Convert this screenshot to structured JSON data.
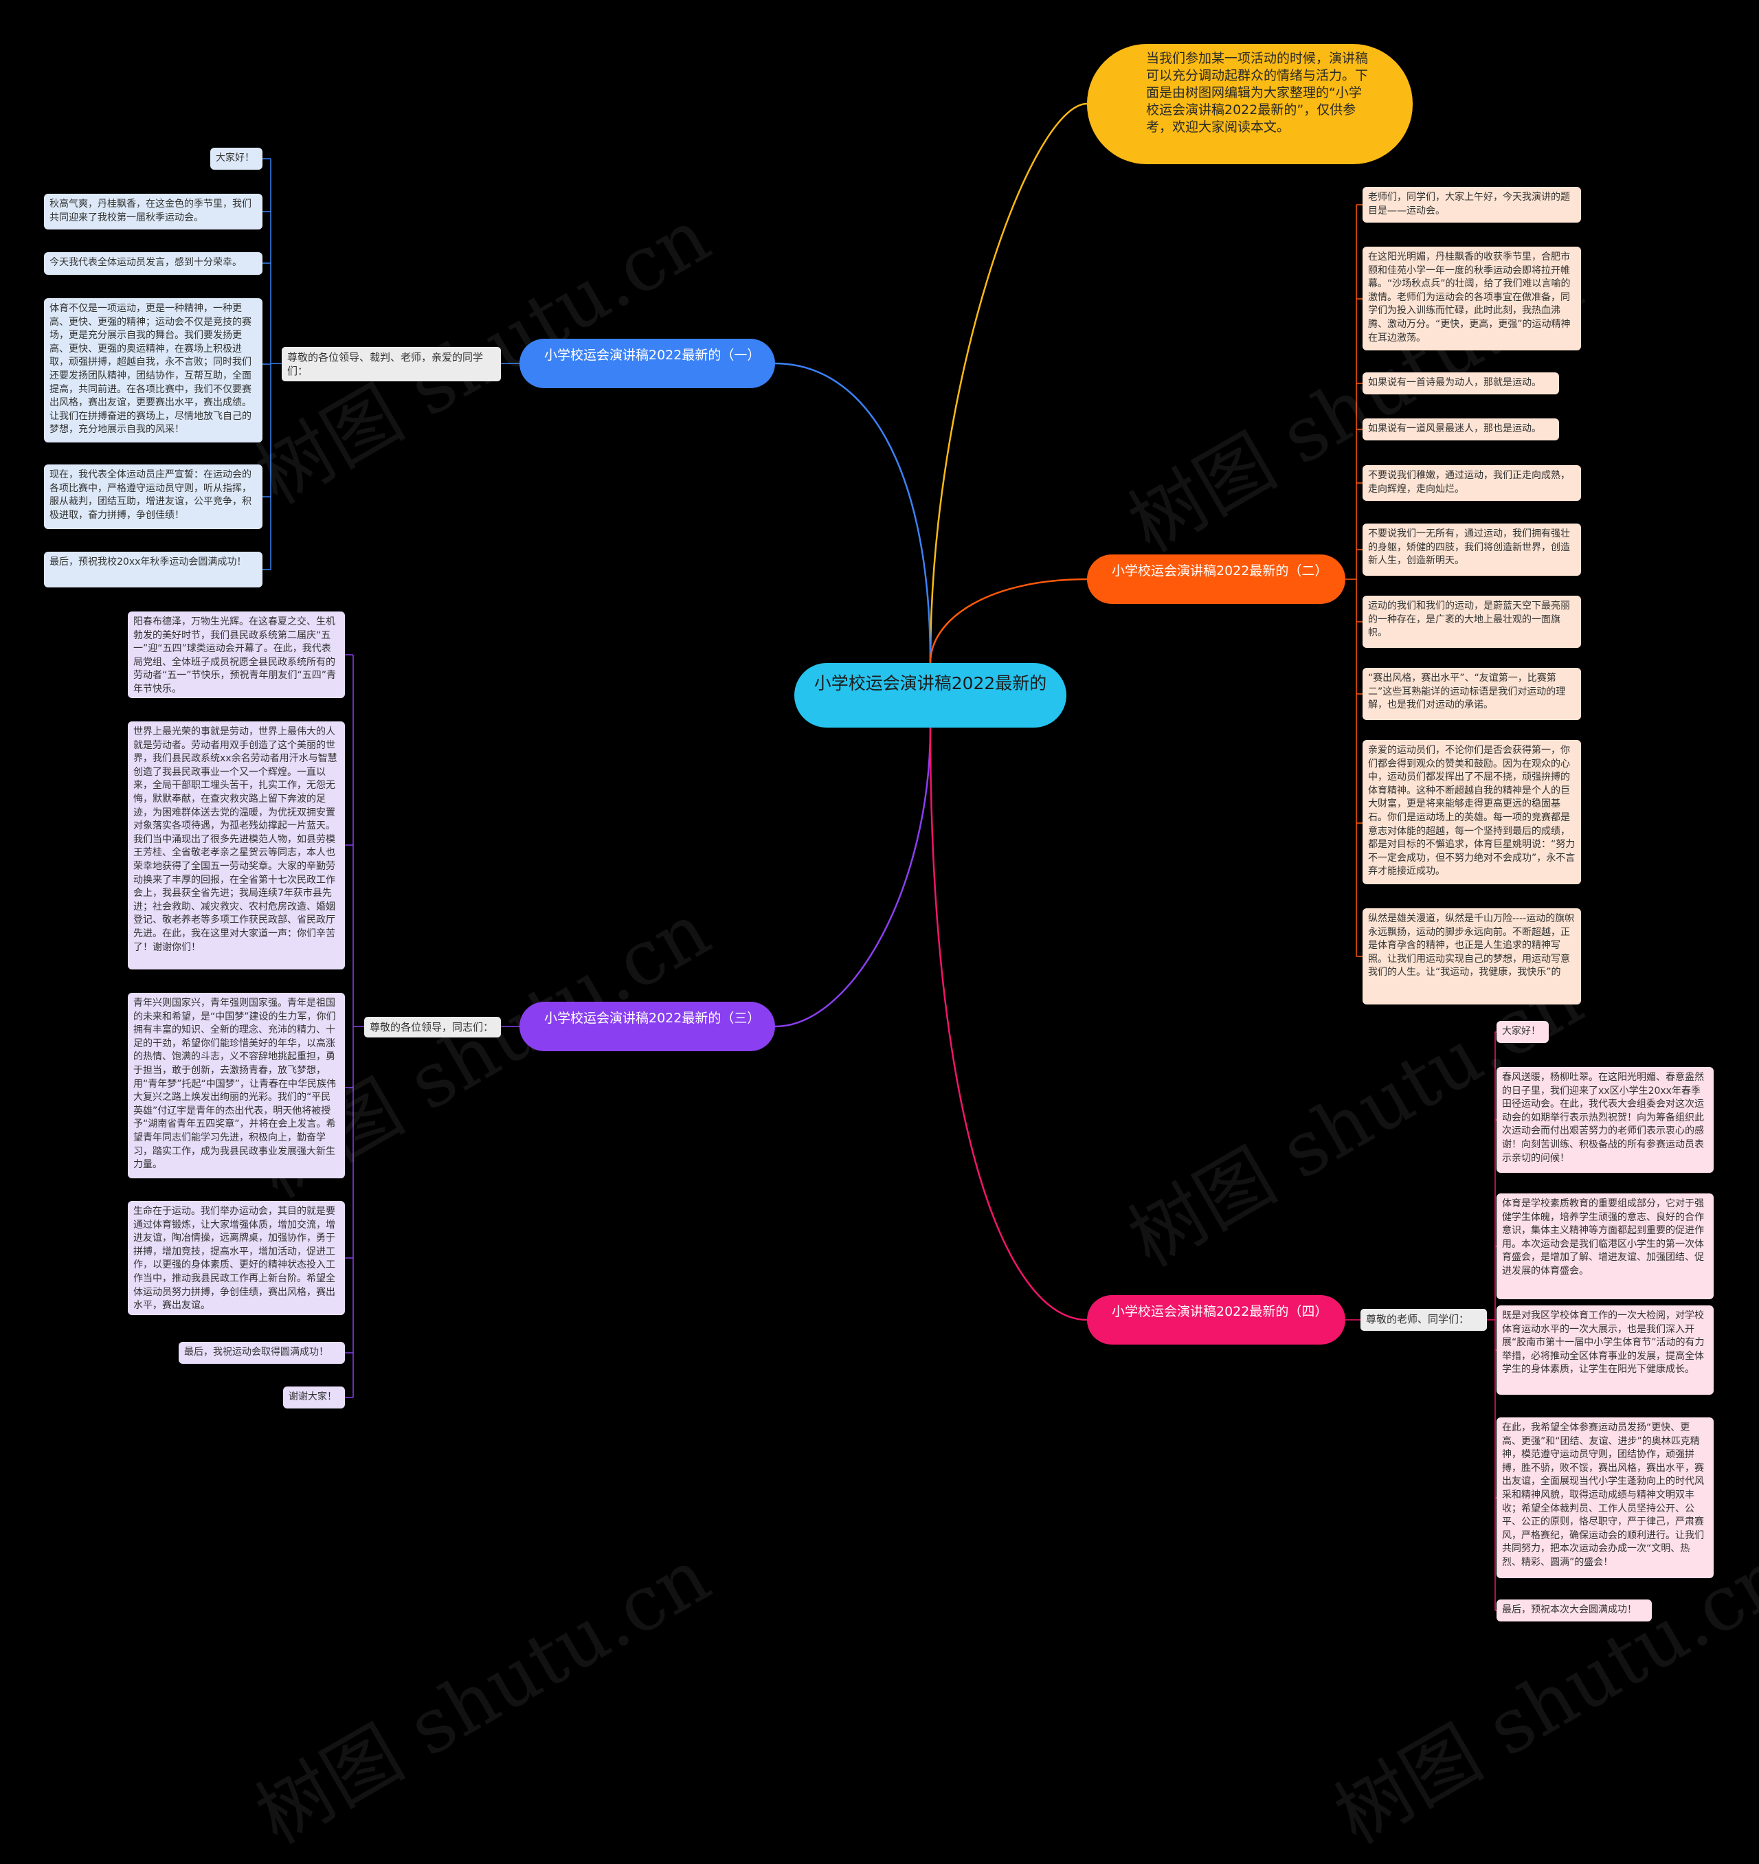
{
  "root": {
    "label": "小学校运会演讲稿2022最新的"
  },
  "intro": {
    "text": "当我们参加某一项活动的时候，演讲稿可以充分调动起群众的情绪与活力。下面是由树图网编辑为大家整理的“小学校运会演讲稿2022最新的”，仅供参考，欢迎大家阅读本文。"
  },
  "watermark": "树图 shutu.cn",
  "colors": {
    "background": "#000000",
    "root": "#26c3ee",
    "intro": "#fbba14",
    "branch1": "#3b82f6",
    "branch2": "#ff5a0a",
    "branch3": "#8a3ff0",
    "branch4": "#f2156a"
  },
  "branch1": {
    "label": "小学校运会演讲稿2022最新的（一）",
    "greeting": "尊敬的各位领导、裁判、老师，亲爱的同学们：",
    "leaves": [
      "大家好！",
      "秋高气爽，丹桂飘香，在这金色的季节里，我们共同迎来了我校第一届秋季运动会。",
      "今天我代表全体运动员发言，感到十分荣幸。",
      "体育不仅是一项运动，更是一种精神，一种更高、更快、更强的精神；运动会不仅是竞技的赛场，更是充分展示自我的舞台。我们要发扬更高、更快、更强的奥运精神，在赛场上积极进取，顽强拼搏，超越自我，永不言败；同时我们还要发扬团队精神，团结协作，互帮互助，全面提高，共同前进。在各项比赛中，我们不仅要赛出风格，赛出友谊，更要赛出水平，赛出成绩。让我们在拼搏奋进的赛场上，尽情地放飞自己的梦想，充分地展示自我的风采！",
      "现在，我代表全体运动员庄严宣誓：在运动会的各项比赛中，严格遵守运动员守则，听从指挥，服从裁判，团结互助，增进友谊，公平竞争，积极进取，奋力拼搏，争创佳绩！",
      "最后，预祝我校20xx年秋季运动会圆满成功！"
    ]
  },
  "branch2": {
    "label": "小学校运会演讲稿2022最新的（二）",
    "leaves": [
      "老师们，同学们，大家上午好，今天我演讲的题目是——运动会。",
      "在这阳光明媚，丹桂飘香的收获季节里，合肥市颐和佳苑小学一年一度的秋季运动会即将拉开帷幕。“沙场秋点兵”的壮阔，给了我们难以言喻的激情。老师们为运动会的各项事宜在做准备，同学们为投入训练而忙碌，此时此刻，我热血沸腾、激动万分。“更快，更高，更强”的运动精神在耳边激荡。",
      "如果说有一首诗最为动人，那就是运动。",
      "如果说有一道风景最迷人，那也是运动。",
      "不要说我们稚嫩，通过运动，我们正走向成熟，走向辉煌，走向灿烂。",
      "不要说我们一无所有，通过运动，我们拥有强壮的身躯，矫健的四肢，我们将创造新世界，创造新人生，创造新明天。",
      "运动的我们和我们的运动，是蔚蓝天空下最亮丽的一种存在，是广袤的大地上最壮观的一面旗帜。",
      "“赛出风格，赛出水平”、“友谊第一，比赛第二”这些耳熟能详的运动标语是我们对运动的理解，也是我们对运动的承诺。",
      "亲爱的运动员们，不论你们是否会获得第一，你们都会得到观众的赞美和鼓励。因为在观众的心中，运动员们都发挥出了不屈不挠，顽强拚搏的体育精神。这种不断超越自我的精神是个人的巨大财富，更是将来能够走得更高更远的稳固基石。你们是运动场上的英雄。每一项的竞赛都是意志对体能的超越，每一个坚持到最后的成绩，都是对目标的不懈追求，体育巨星姚明说：“努力不一定会成功，但不努力绝对不会成功”，永不言弃才能接近成功。",
      "纵然是雄关漫道，纵然是千山万险----运动的旗帜永远飘扬，运动的脚步永远向前。不断超越，正是体育孕含的精神，也正是人生追求的精神写照。让我们用运动实现自己的梦想，用运动写意我们的人生。让“我运动，我健康，我快乐”的"
    ]
  },
  "branch3": {
    "label": "小学校运会演讲稿2022最新的（三）",
    "greeting": "尊敬的各位领导，同志们：",
    "leaves": [
      "阳春布德泽，万物生光辉。在这春夏之交、生机勃发的美好时节，我们县民政系统第二届庆“五一”迎“五四”球类运动会开幕了。在此，我代表局党组、全体班子成员祝愿全县民政系统所有的劳动者“五一”节快乐，预祝青年朋友们“五四”青年节快乐。",
      "世界上最光荣的事就是劳动，世界上最伟大的人就是劳动者。劳动者用双手创造了这个美丽的世界，我们县民政系统xx余名劳动者用汗水与智慧创造了我县民政事业一个又一个辉煌。一直以来，全局干部职工埋头苦干，扎实工作，无怨无悔，默默奉献，在查灾救灾路上留下奔波的足迹，为困难群体送去党的温暖，为优抚双拥安置对象落实各项待遇，为孤老残幼撑起一片蓝天。我们当中涌现出了很多先进模范人物，如县劳模王芳桂、全省敬老孝亲之星贺云等同志，本人也荣幸地获得了全国五一劳动奖章。大家的辛勤劳动换来了丰厚的回报，在全省第十七次民政工作会上，我县获全省先进；我局连续7年获市县先进；社会救助、减灾救灾、农村危房改造、婚姻登记、敬老养老等多项工作获民政部、省民政厅先进。在此，我在这里对大家道一声：你们辛苦了！谢谢你们！",
      "青年兴则国家兴，青年强则国家强。青年是祖国的未来和希望，是“中国梦”建设的生力军，你们拥有丰富的知识、全新的理念、充沛的精力、十足的干劲，希望你们能珍惜美好的年华，以高涨的热情、饱满的斗志，义不容辞地挑起重担，勇于担当，敢于创新，去激扬青春，放飞梦想，用“青年梦”托起“中国梦”，让青春在中华民族伟大复兴之路上焕发出绚丽的光彩。我们的“平民英雄”付辽宇是青年的杰出代表，明天他将被授予“湖南省青年五四奖章”，并将在会上发言。希望青年同志们能学习先进，积极向上，勤奋学习，踏实工作，成为我县民政事业发展强大新生力量。",
      "生命在于运动。我们举办运动会，其目的就是要通过体育锻炼，让大家增强体质，增加交流，增进友谊，陶冶情操，远离牌桌，加强协作，勇于拼搏，增加竞技，提高水平，增加活动，促进工作，以更强的身体素质、更好的精神状态投入工作当中，推动我县民政工作再上新台阶。希望全体运动员努力拼搏，争创佳绩，赛出风格，赛出水平，赛出友谊。",
      "最后，我祝运动会取得圆满成功！",
      "谢谢大家！"
    ]
  },
  "branch4": {
    "label": "小学校运会演讲稿2022最新的（四）",
    "greeting": "尊敬的老师、同学们：",
    "leaves": [
      "大家好！",
      "春风送暖，杨柳吐翠。在这阳光明媚、春意盎然的日子里，我们迎来了xx区小学生20xx年春季田径运动会。在此，我代表大会组委会对这次运动会的如期举行表示热烈祝贺！向为筹备组织此次运动会而付出艰苦努力的老师们表示衷心的感谢！向刻苦训练、积极备战的所有参赛运动员表示亲切的问候！",
      "体育是学校素质教育的重要组成部分，它对于强健学生体魄，培养学生顽强的意志、良好的合作意识，集体主义精神等方面都起到重要的促进作用。本次运动会是我们临港区小学生的第一次体育盛会，是增加了解、增进友谊、加强团结、促进发展的体育盛会。",
      "既是对我区学校体育工作的一次大检阅，对学校体育运动水平的一次大展示，也是我们深入开展“胶南市第十一届中小学生体育节”活动的有力举措，必将推动全区体育事业的发展，提高全体学生的身体素质，让学生在阳光下健康成长。",
      "在此，我希望全体参赛运动员发扬“更快、更高、更强”和“团结、友谊、进步”的奥林匹克精神，模范遵守运动员守则，团结协作，顽强拼搏，胜不骄，败不馁，赛出风格，赛出水平，赛出友谊，全面展现当代小学生蓬勃向上的时代风采和精神风貌，取得运动成绩与精神文明双丰收；希望全体裁判员、工作人员坚持公开、公平、公正的原则，恪尽职守，严于律己，严肃赛风，严格赛纪，确保运动会的顺利进行。让我们共同努力，把本次运动会办成一次“文明、热烈、精彩、圆满”的盛会！",
      "最后，预祝本次大会圆满成功！"
    ]
  }
}
